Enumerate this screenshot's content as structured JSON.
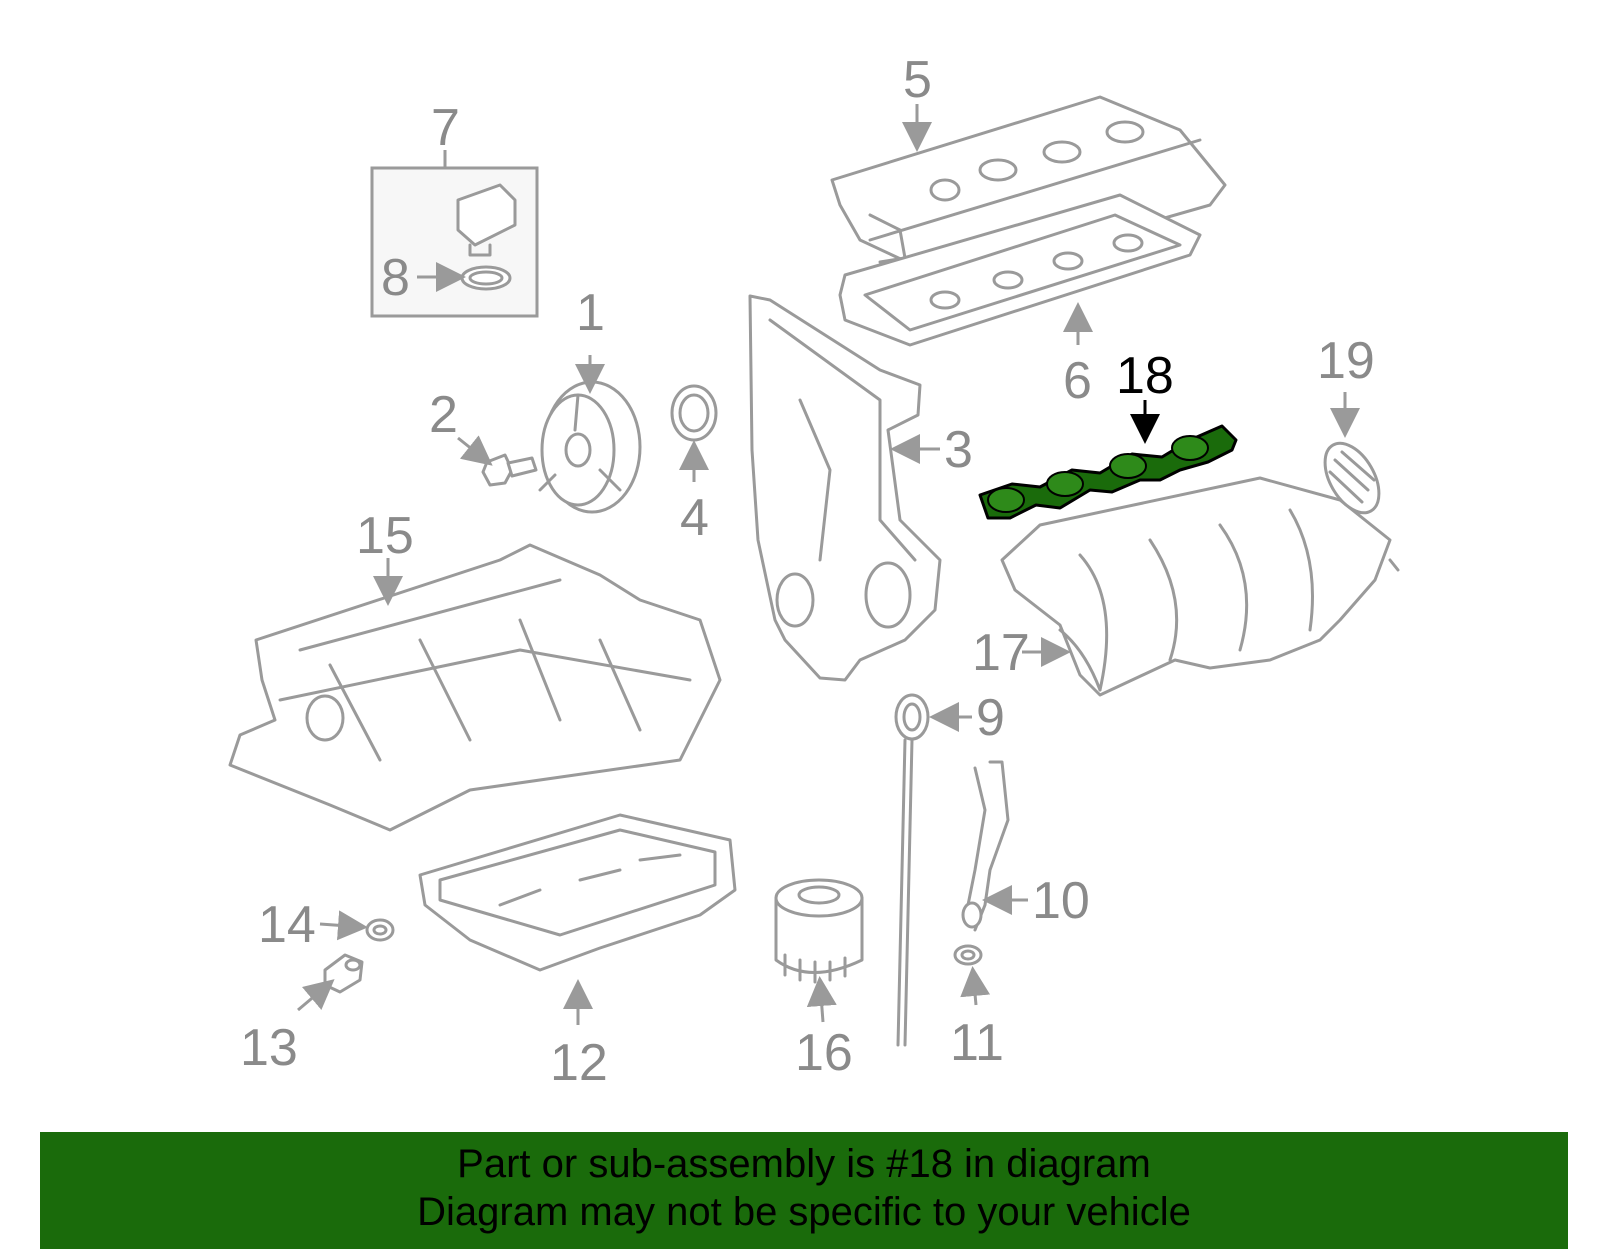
{
  "callouts": {
    "c1": "1",
    "c2": "2",
    "c3": "3",
    "c4": "4",
    "c5": "5",
    "c6": "6",
    "c7": "7",
    "c8": "8",
    "c9": "9",
    "c10": "10",
    "c11": "11",
    "c12": "12",
    "c13": "13",
    "c14": "14",
    "c15": "15",
    "c16": "16",
    "c17": "17",
    "c18": "18",
    "c19": "19"
  },
  "highlight": {
    "part": "18",
    "color": "#1a6b0b"
  },
  "banner": {
    "line1": "Part or sub-assembly is #18 in diagram",
    "line2": "Diagram may not be specific to your vehicle",
    "background": "#1a6b0b"
  }
}
